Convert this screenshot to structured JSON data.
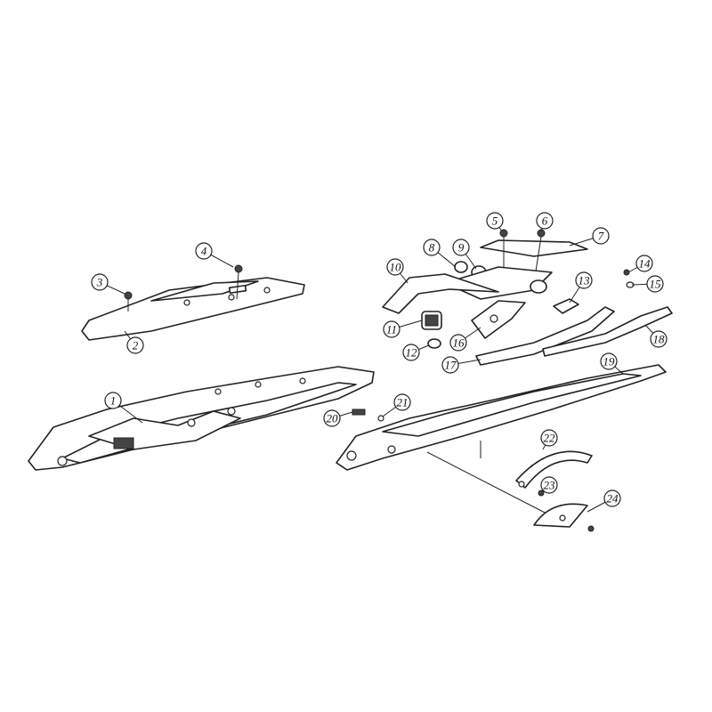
{
  "diagram": {
    "type": "exploded parts diagram",
    "callouts": [
      {
        "label": "1"
      },
      {
        "label": "2"
      },
      {
        "label": "3"
      },
      {
        "label": "4"
      },
      {
        "label": "5"
      },
      {
        "label": "6"
      },
      {
        "label": "7"
      },
      {
        "label": "8"
      },
      {
        "label": "9"
      },
      {
        "label": "10"
      },
      {
        "label": "11"
      },
      {
        "label": "12"
      },
      {
        "label": "13"
      },
      {
        "label": "14"
      },
      {
        "label": "15"
      },
      {
        "label": "16"
      },
      {
        "label": "17"
      },
      {
        "label": "18"
      },
      {
        "label": "19"
      },
      {
        "label": "20"
      },
      {
        "label": "21"
      },
      {
        "label": "22"
      },
      {
        "label": "23"
      },
      {
        "label": "24"
      }
    ]
  }
}
